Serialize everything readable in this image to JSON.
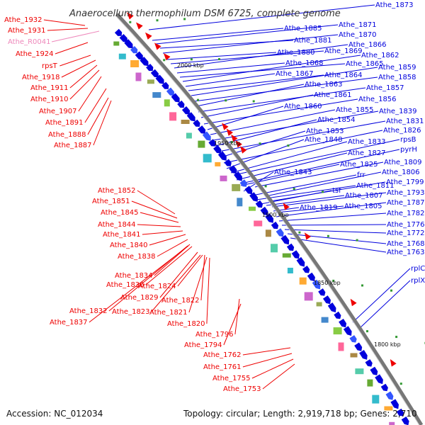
{
  "title": "Anaerocellum thermophilum DSM 6725, complete genome",
  "footer": {
    "accession": "Accession: NC_012034",
    "topology": "Topology: circular; Length: 2,919,718 bp; Genes: 2,710"
  },
  "colors": {
    "forward_strand": "#0000dd",
    "reverse_strand": "#ee0000",
    "rna_label": "#ee88bb",
    "backbone": "#777777"
  },
  "kbp_ticks": [
    "2000 kbp",
    "1950 kbp",
    "1900 kbp",
    "1850 kbp",
    "1800 kbp"
  ],
  "left_labels": [
    "Athe_1932",
    "Athe_1931",
    "Athe_R0041",
    "Athe_1924",
    "rpsT",
    "Athe_1918",
    "Athe_1911",
    "Athe_1910",
    "Athe_1907",
    "Athe_1891",
    "Athe_1888",
    "Athe_1887",
    "Athe_1852",
    "Athe_1851",
    "Athe_1845",
    "Athe_1844",
    "Athe_1841",
    "Athe_1840",
    "Athe_1838",
    "Athe_1834",
    "Athe_1836",
    "Athe_1824",
    "Athe_1829",
    "Athe_1822",
    "Athe_1832",
    "Athe_1823",
    "Athe_1821",
    "Athe_1837",
    "Athe_1820",
    "Athe_1796",
    "Athe_1794",
    "Athe_1762",
    "Athe_1761",
    "Athe_1755",
    "Athe_1753"
  ],
  "right_labels": [
    "Athe_1873",
    "Athe_1885",
    "Athe_1871",
    "Athe_1881",
    "Athe_1870",
    "Athe_1880",
    "Athe_1869",
    "Athe_1866",
    "Athe_1868",
    "Athe_1865",
    "Athe_1862",
    "Athe_1867",
    "Athe_1864",
    "Athe_1859",
    "Athe_1858",
    "Athe_1863",
    "Athe_1857",
    "Athe_1861",
    "Athe_1856",
    "Athe_1860",
    "Athe_1855",
    "Athe_1839",
    "Athe_1854",
    "Athe_1831",
    "Athe_1853",
    "Athe_1826",
    "Athe_1848",
    "Athe_1833",
    "rpsB",
    "Athe_1827",
    "pyrH",
    "Athe_1825",
    "Athe_1809",
    "Athe_1843",
    "frr",
    "Athe_1806",
    "Athe_1811",
    "Athe_1799",
    "tsf",
    "Athe_1807",
    "Athe_1793",
    "Athe_1819",
    "Athe_1805",
    "Athe_1787",
    "Athe_1782",
    "Athe_1776",
    "Athe_1772",
    "Athe_1768",
    "Athe_1763",
    "rplC",
    "rplX"
  ]
}
